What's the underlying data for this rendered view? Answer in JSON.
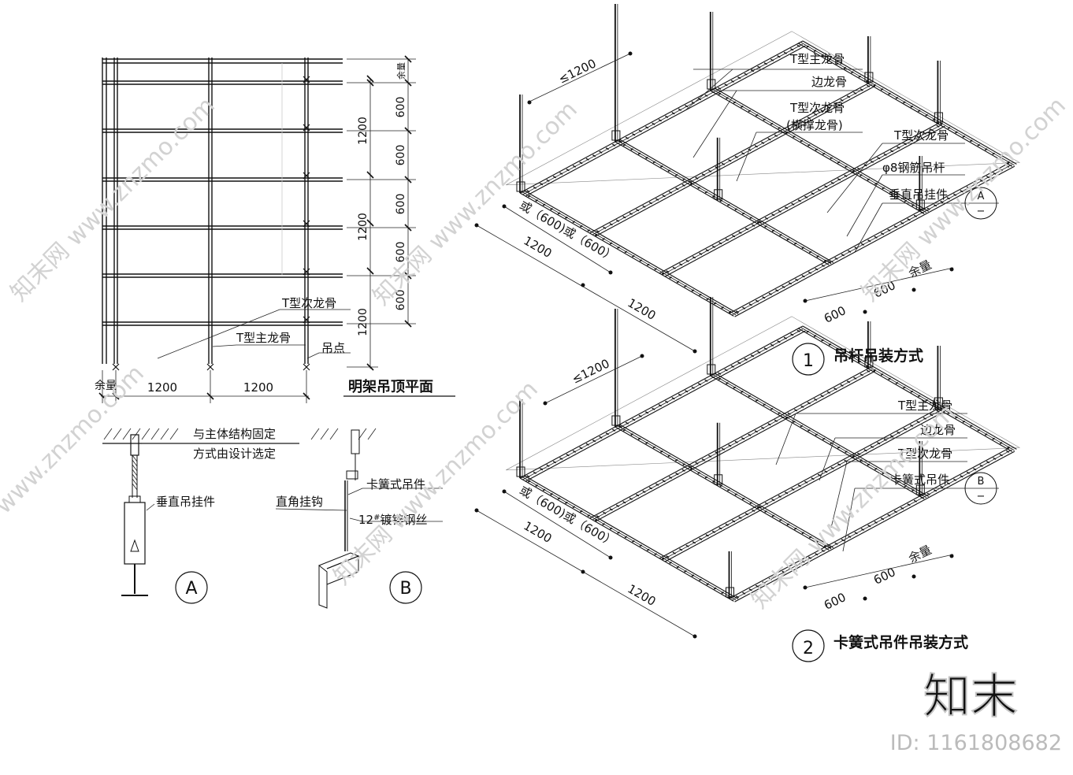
{
  "plan": {
    "title": "明架吊顶平面",
    "dims_bottom": [
      "余量",
      "1200",
      "1200"
    ],
    "dims_right_outer": [
      "1200",
      "1200",
      "1200"
    ],
    "dims_right_inner": [
      "余量",
      "600",
      "600",
      "600",
      "600",
      "600"
    ],
    "label_secondary": "T型次龙骨",
    "label_main": "T型主龙骨",
    "label_point": "吊点"
  },
  "detail_a": {
    "fix_line1": "与主体结构固定",
    "fix_line2": "方式由设计选定",
    "hanger": "垂直吊挂件",
    "tag": "A"
  },
  "detail_b": {
    "hook": "直角挂钩",
    "clip": "卡簧式吊件",
    "wire_prefix": "12",
    "wire_mark": "#",
    "wire_text": "镀锌钢丝",
    "tag": "B"
  },
  "iso1": {
    "num": "1",
    "title": "吊杆吊装方式",
    "labels": [
      "T型主龙骨",
      "边龙骨",
      "T型次龙骨",
      "(横撑龙骨)",
      "T型次龙骨",
      "φ8钢筋吊杆",
      "垂直吊挂件"
    ],
    "callout": "A",
    "callout_sub": "−",
    "dim_top": "≤1200",
    "dim_left1": "或（600)或（600）",
    "dim_left2": "1200",
    "dim_bottom": "1200",
    "dim_right": [
      "余量",
      "600",
      "600"
    ]
  },
  "iso2": {
    "num": "2",
    "title": "卡簧式吊件吊装方式",
    "labels": [
      "T型主龙骨",
      "边龙骨",
      "T型次龙骨",
      "卡簧式吊件"
    ],
    "callout": "B",
    "callout_sub": "−",
    "dim_top": "≤1200",
    "dim_left1": "或（600)或（600）",
    "dim_left2": "1200",
    "dim_bottom": "1200",
    "dim_right": [
      "余量",
      "600",
      "600"
    ]
  },
  "watermark": {
    "logo": "知末",
    "site": "知末网 www.znzmo.com",
    "id": "ID: 1161808682"
  }
}
